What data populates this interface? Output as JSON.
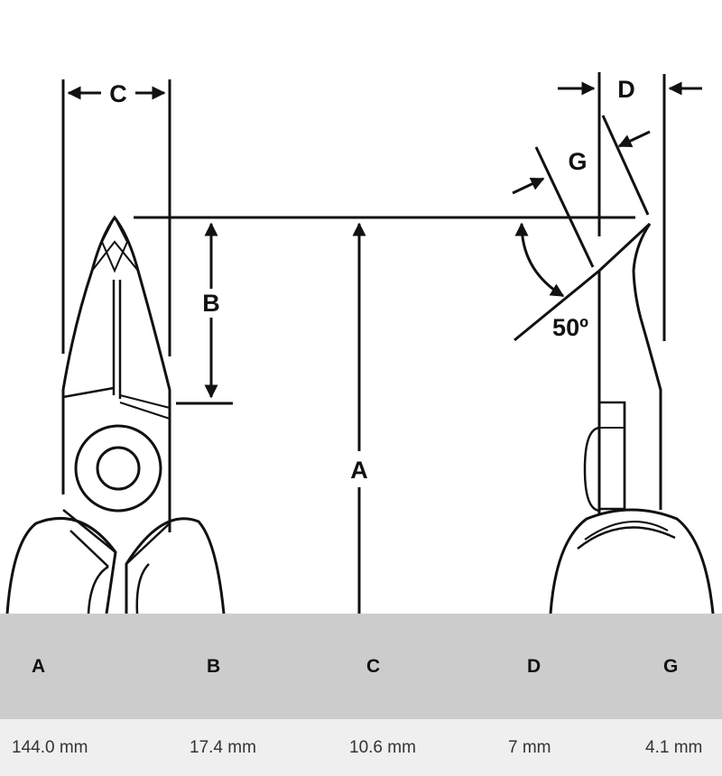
{
  "diagram": {
    "title": "Side cutter dimension drawing",
    "labels": {
      "a": "A",
      "b": "B",
      "c": "C",
      "d": "D",
      "g": "G",
      "angle": "50º"
    }
  },
  "table": {
    "headers": [
      "A",
      "B",
      "C",
      "D",
      "G"
    ],
    "values": [
      "144.0 mm",
      "17.4 mm",
      "10.6 mm",
      "7 mm",
      "4.1 mm"
    ]
  },
  "colors": {
    "line": "#111111",
    "header_bg": "#cccccc",
    "row_bg": "#efefef"
  }
}
